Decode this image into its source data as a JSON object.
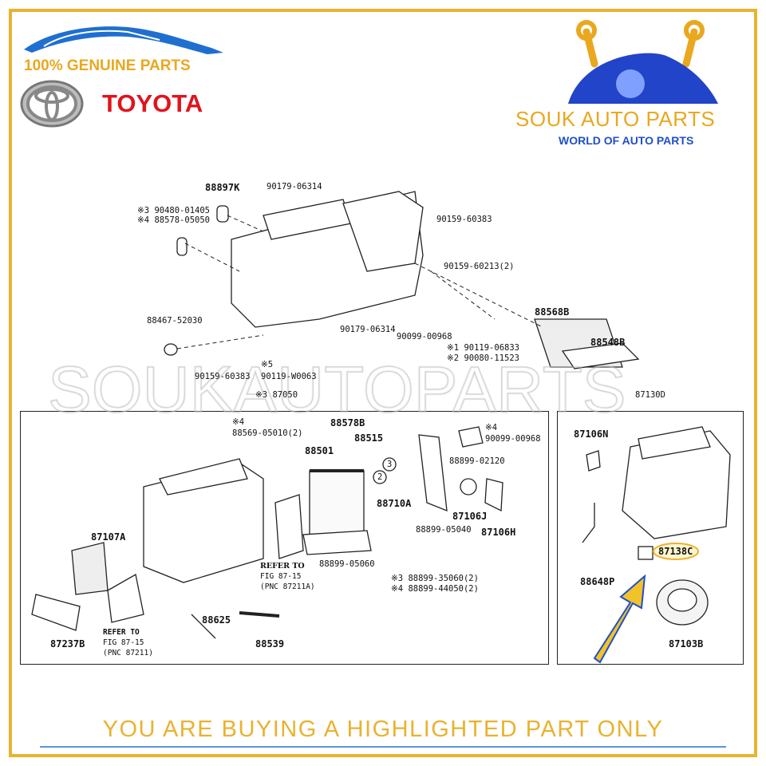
{
  "brand_left": {
    "tagline": "100% GENUINE PARTS",
    "name": "TOYOTA"
  },
  "brand_right": {
    "name": "SOUK AUTO PARTS",
    "tagline": "WORLD OF AUTO PARTS"
  },
  "watermark": "SOUKAUTOPARTS",
  "footer": "YOU ARE BUYING A HIGHLIGHTED PART ONLY",
  "colors": {
    "gold": "#e9b230",
    "blue": "#1f4fc8",
    "red": "#e0141e"
  },
  "top_labels": {
    "l1": "88897K",
    "l2": "90179-06314",
    "l3": "※3 90480-01405",
    "l4": "※4 88578-05050",
    "l5": "90159-60383",
    "l6": "90159-60213(2)",
    "l7": "88467-52030",
    "l8": "90179-06314",
    "l9": "90099-00968",
    "l10": "88568B",
    "l11": "※1 90119-06833",
    "l12": "※2 90080-11523",
    "l13": "88548B",
    "l14": "90159-60383",
    "l15": "※5",
    "l16": "90119-W0063",
    "l17": "※3 87050",
    "l18": "87130D"
  },
  "left_box": {
    "a1": "※4",
    "a2": "88569-05010(2)",
    "a3": "88578B",
    "a4": "88515",
    "a5": "88501",
    "a6": "88710A",
    "a7": "2",
    "a8": "3",
    "a9": "※4",
    "a10": "90099-00968",
    "a11": "88899-02120",
    "a12": "88899-05040",
    "a13": "87106J",
    "a14": "87106H",
    "a15": "87107A",
    "a16": "REFER TO",
    "a17": "FIG 87-15",
    "a18": "(PNC 87211A)",
    "a19": "88899-05060",
    "a20": "※3 88899-35060(2)",
    "a21": "※4 88899-44050(2)",
    "a22": "88625",
    "a23": "88539",
    "a24": "87237B",
    "a25": "REFER TO",
    "a26": "FIG 87-15",
    "a27": "(PNC 87211)"
  },
  "right_box": {
    "b1": "87106N",
    "b2": "87138C",
    "b3": "88648P",
    "b4": "87103B"
  }
}
